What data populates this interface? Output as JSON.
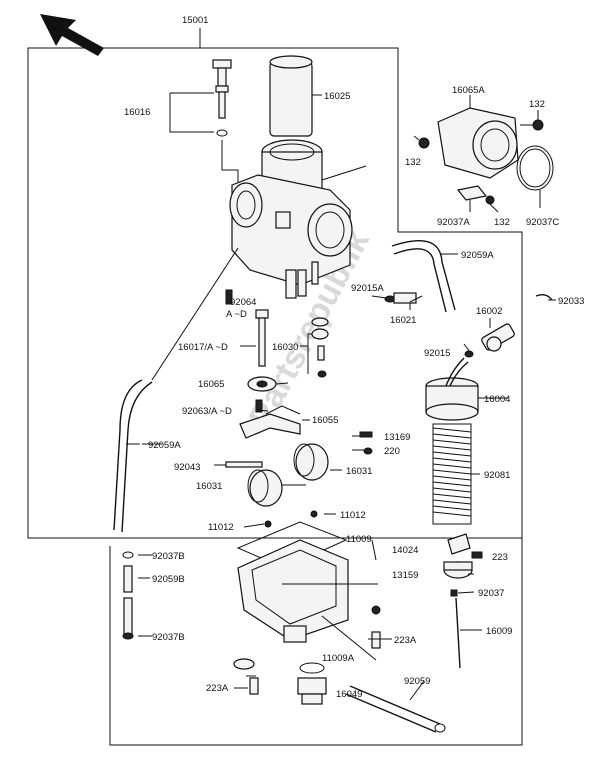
{
  "watermark": "Partsrepublik",
  "labels": {
    "l15001": "15001",
    "l16016": "16016",
    "l16025": "16025",
    "l16065A": "16065A",
    "l132a": "132",
    "l132b": "132",
    "l132c": "132",
    "l92037A": "92037A",
    "l92037C": "92037C",
    "l92059A_top": "92059A",
    "l92015A": "92015A",
    "l16021": "16021",
    "l92064": "92064",
    "l92064_sub": "A ~D",
    "l92033": "92033",
    "l16002": "16002",
    "l16017": "16017/A ~D",
    "l16030": "16030",
    "l92015": "92015",
    "l16065": "16065",
    "l16004": "16004",
    "l92063": "92063/A ~D",
    "l16055": "16055",
    "l13169": "13169",
    "l220": "220",
    "l92059A_left": "92059A",
    "l92081": "92081",
    "l92043": "92043",
    "l16031a": "16031",
    "l16031b": "16031",
    "l11012a": "11012",
    "l11012b": "11012",
    "l11009": "11009",
    "l14024": "14024",
    "l223a": "223",
    "l92037B_a": "92037B",
    "l92059B": "92059B",
    "l13159": "13159",
    "l92037": "92037",
    "l92037B_b": "92037B",
    "l16009": "16009",
    "l223A_a": "223A",
    "l11009A": "11009A",
    "l92059": "92059",
    "l223A_b": "223A",
    "l16049": "16049"
  }
}
